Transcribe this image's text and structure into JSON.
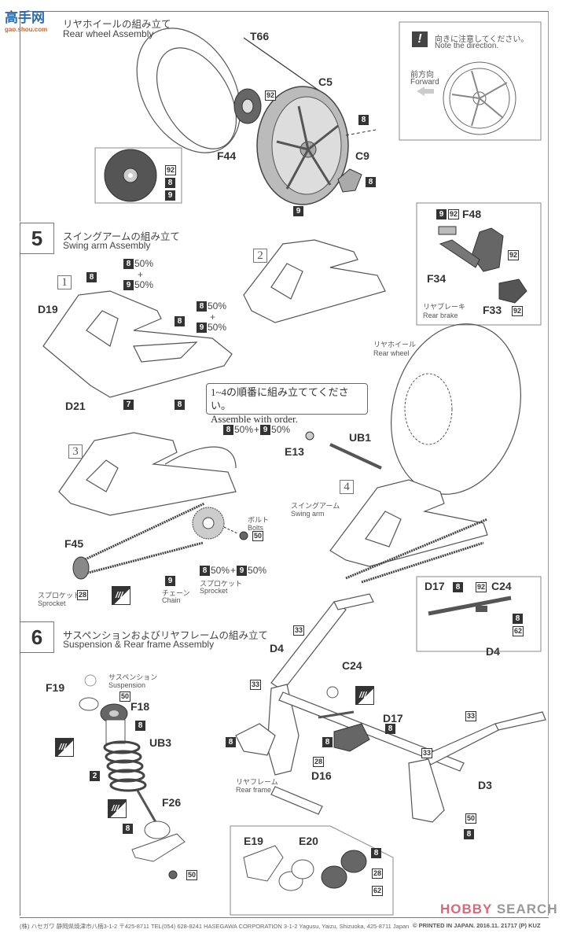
{
  "watermark": {
    "site_logo": "高手网",
    "site_url": "gao.shou.com",
    "hobby_search_1": "HOBBY",
    "hobby_search_2": "SEARCH"
  },
  "step4": {
    "title_jp": "リヤホイールの組み立て",
    "title_en": "Rear wheel Assembly",
    "parts": [
      "T66",
      "C5",
      "F44",
      "C9"
    ],
    "paint_labels": {
      "p92a": "92",
      "p8a": "8",
      "p8b": "8",
      "p9a": "9",
      "inset_92": "92",
      "inset_8": "8",
      "inset_9": "9"
    },
    "note": {
      "jp": "向きに注意してください。",
      "en": "Note the direction.",
      "dir_jp": "前方向",
      "dir_en": "Forward",
      "icon": "exclamation-icon"
    }
  },
  "step5": {
    "number": "5",
    "title_jp": "スイングアームの組み立て",
    "title_en": "Swing arm Assembly",
    "substeps": [
      "1",
      "2",
      "3",
      "4"
    ],
    "parts": {
      "d19": "D19",
      "d21": "D21",
      "f48": "F48",
      "f34": "F34",
      "f33": "F33",
      "e13": "E13",
      "ub1": "UB1",
      "f45": "F45"
    },
    "paint": {
      "c8": "8",
      "c9": "9",
      "c7": "7",
      "c92": "92",
      "c50": "50",
      "c28": "28",
      "pct": "50%",
      "plus": "+"
    },
    "brake_jp": "リヤブレーキ",
    "brake_en": "Rear brake",
    "wheel_jp": "リヤホイール",
    "wheel_en": "Rear wheel",
    "order_note_jp": "1~4の順番に組み立ててください。",
    "order_note_en": "Assemble with order.",
    "swingarm_jp": "スイングアーム",
    "swingarm_en": "Swing arm",
    "bolts_jp": "ボルト",
    "bolts_en": "Bolts",
    "sprocket_jp": "スプロケット",
    "sprocket_en": "Sprocket",
    "chain_jp": "チェーン",
    "chain_en": "Chain"
  },
  "step6": {
    "number": "6",
    "title_jp": "サスペンションおよびリヤフレームの組み立て",
    "title_en": "Suspension & Rear frame Assembly",
    "parts": {
      "f19": "F19",
      "f18": "F18",
      "ub3": "UB3",
      "f26": "F26",
      "d4": "D4",
      "c24": "C24",
      "d17": "D17",
      "d16": "D16",
      "d3": "D3",
      "e19": "E19",
      "e20": "E20"
    },
    "paint": {
      "c2": "2",
      "c8": "8",
      "c28": "28",
      "c33": "33",
      "c50": "50",
      "c62": "62",
      "c92": "92"
    },
    "suspension_jp": "サスペンション",
    "suspension_en": "Suspension",
    "rearframe_jp": "リヤフレーム",
    "rearframe_en": "Rear frame"
  },
  "footer": {
    "address": "(株) ハセガワ 静岡県焼津市八楠3-1-2 〒425-8711 TEL(054) 628-8241 HASEGAWA CORPORATION 3-1-2 Yagusu, Yaizu, Shizuoka, 425-8711 Japan",
    "printed": "© PRINTED IN JAPAN. 2016.11. 21717 (P) KUZ"
  }
}
